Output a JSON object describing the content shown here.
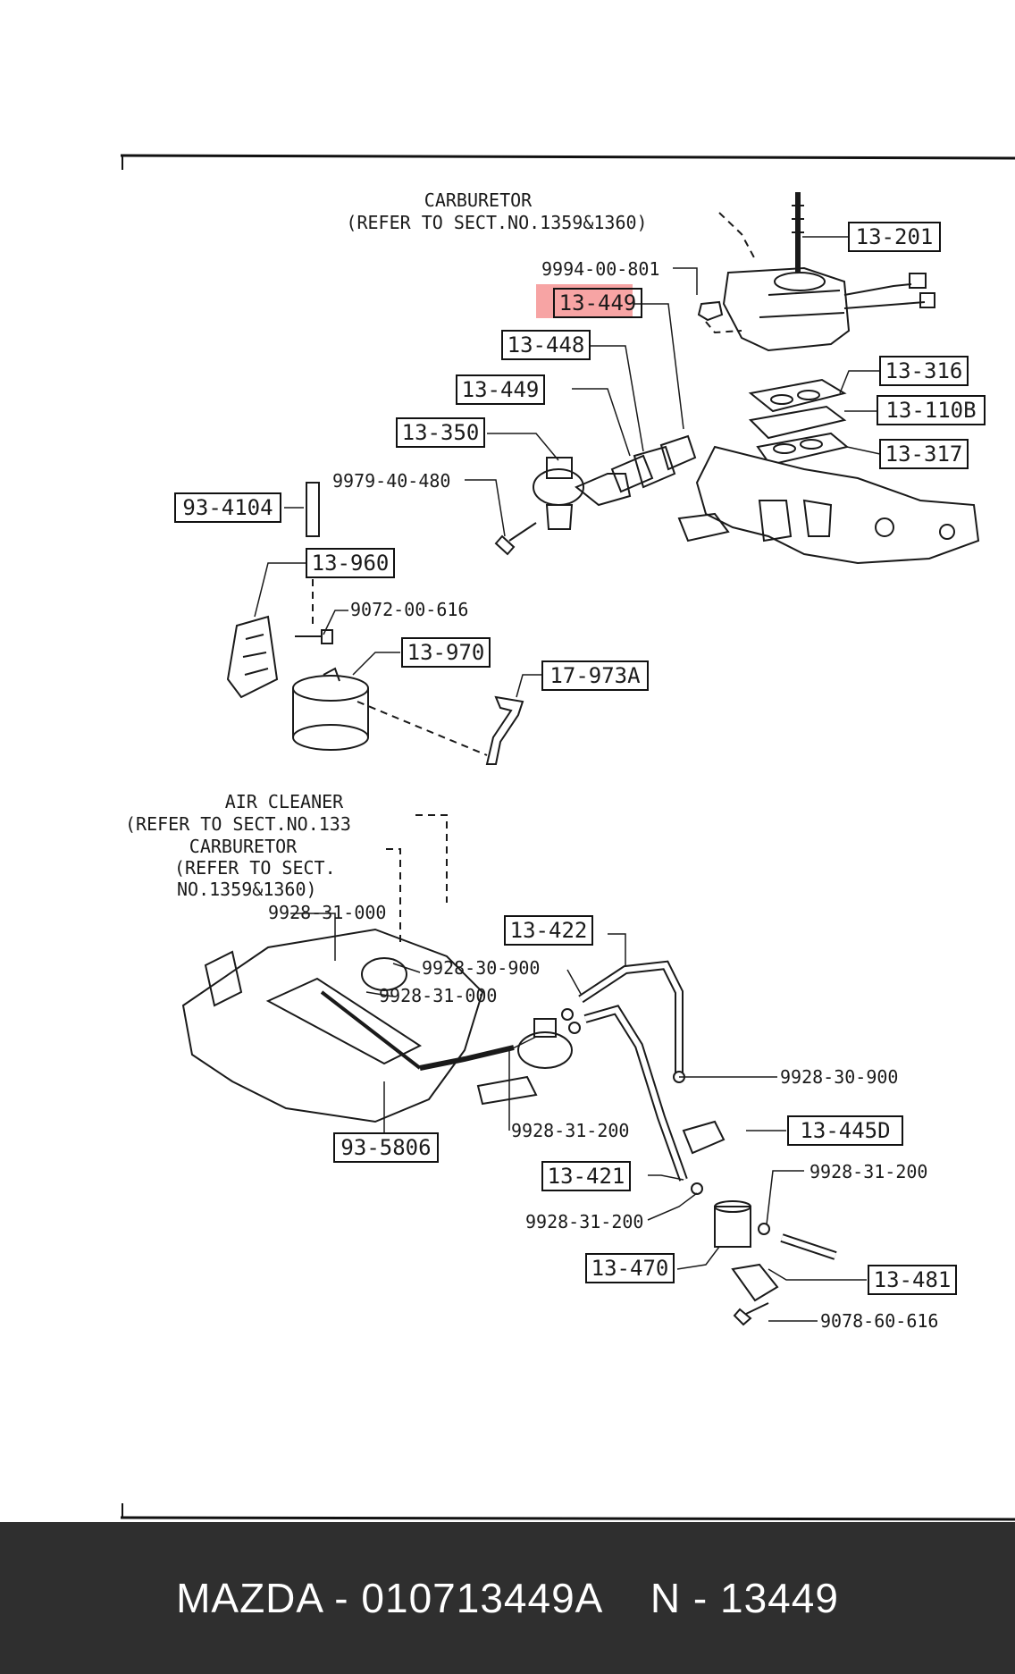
{
  "diagram": {
    "highlight_color": "#f05a5a",
    "notes": {
      "carburetor_top": "CARBURETOR",
      "carburetor_top_ref": "(REFER TO SECT.NO.1359&1360)",
      "air_cleaner": "AIR CLEANER",
      "air_cleaner_ref": "(REFER TO SECT.NO.133",
      "carburetor_bottom": "CARBURETOR",
      "carburetor_bottom_ref1": "(REFER TO SECT.",
      "carburetor_bottom_ref2": "NO.1359&1360)"
    },
    "boxed_labels": {
      "p13_201": "13-201",
      "p13_449_highlight": "13-449",
      "p13_448": "13-448",
      "p13_449": "13-449",
      "p13_350": "13-350",
      "p13_316": "13-316",
      "p13_110b": "13-110B",
      "p13_317": "13-317",
      "p93_4104": "93-4104",
      "p13_960": "13-960",
      "p13_970": "13-970",
      "p17_973a": "17-973A",
      "p13_422": "13-422",
      "p13_445d": "13-445D",
      "p93_5806": "93-5806",
      "p13_421": "13-421",
      "p13_470": "13-470",
      "p13_481": "13-481"
    },
    "plain_labels": {
      "n9994_00_801": "9994-00-801",
      "n9979_40_480": "9979-40-480",
      "n9072_00_616": "9072-00-616",
      "n9928_31_000_a": "9928-31-000",
      "n9928_30_900_a": "9928-30-900",
      "n9928_31_000_b": "9928-31-000",
      "n9928_30_900_b": "9928-30-900",
      "n9928_31_200_a": "9928-31-200",
      "n9928_31_200_b": "9928-31-200",
      "n9928_31_200_c": "9928-31-200",
      "n9078_60_616": "9078-60-616"
    }
  },
  "footer": {
    "text": "MAZDA - 010713449A    N - 13449"
  }
}
